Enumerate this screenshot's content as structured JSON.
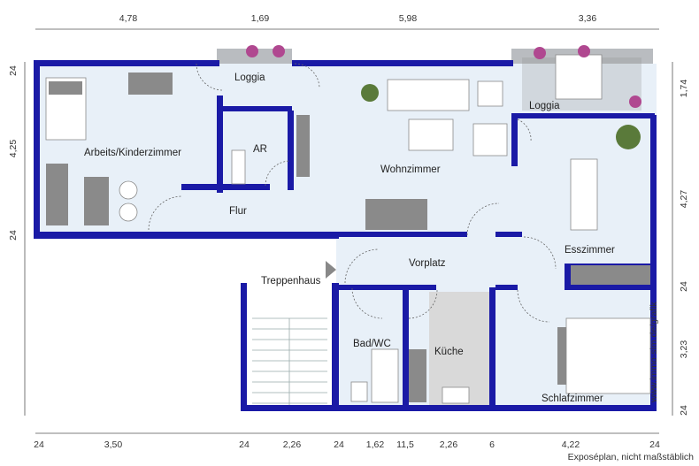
{
  "rooms": {
    "arbeits": "Arbeits/Kinderzimmer",
    "loggia_left": "Loggia",
    "ar": "AR",
    "wohnzimmer": "Wohnzimmer",
    "loggia_right": "Loggia",
    "flur": "Flur",
    "esszimmer": "Esszimmer",
    "vorplatz": "Vorplatz",
    "treppenhaus": "Treppenhaus",
    "bad": "Bad/WC",
    "kueche": "Küche",
    "schlafzimmer": "Schlafzimmer"
  },
  "dims_top": [
    "4,78",
    "1,69",
    "5,98",
    "3,36"
  ],
  "dims_bottom": [
    "24",
    "3,50",
    "24",
    "2,26",
    "24",
    "1,62",
    "11,5",
    "2,26",
    "6",
    "4,22",
    "24"
  ],
  "dims_left": [
    "24",
    "4,25",
    "24"
  ],
  "dims_right": [
    "1,74",
    "4,27",
    "24",
    "3,23",
    "24"
  ],
  "footnote": "Exposéplan, nicht maßstäblich",
  "watermark": "www.immo-sim.de/grafik",
  "colors": {
    "wall": "#1a1aa6",
    "floor": "#e8f0f8",
    "loggia": "#b9bcc0"
  }
}
